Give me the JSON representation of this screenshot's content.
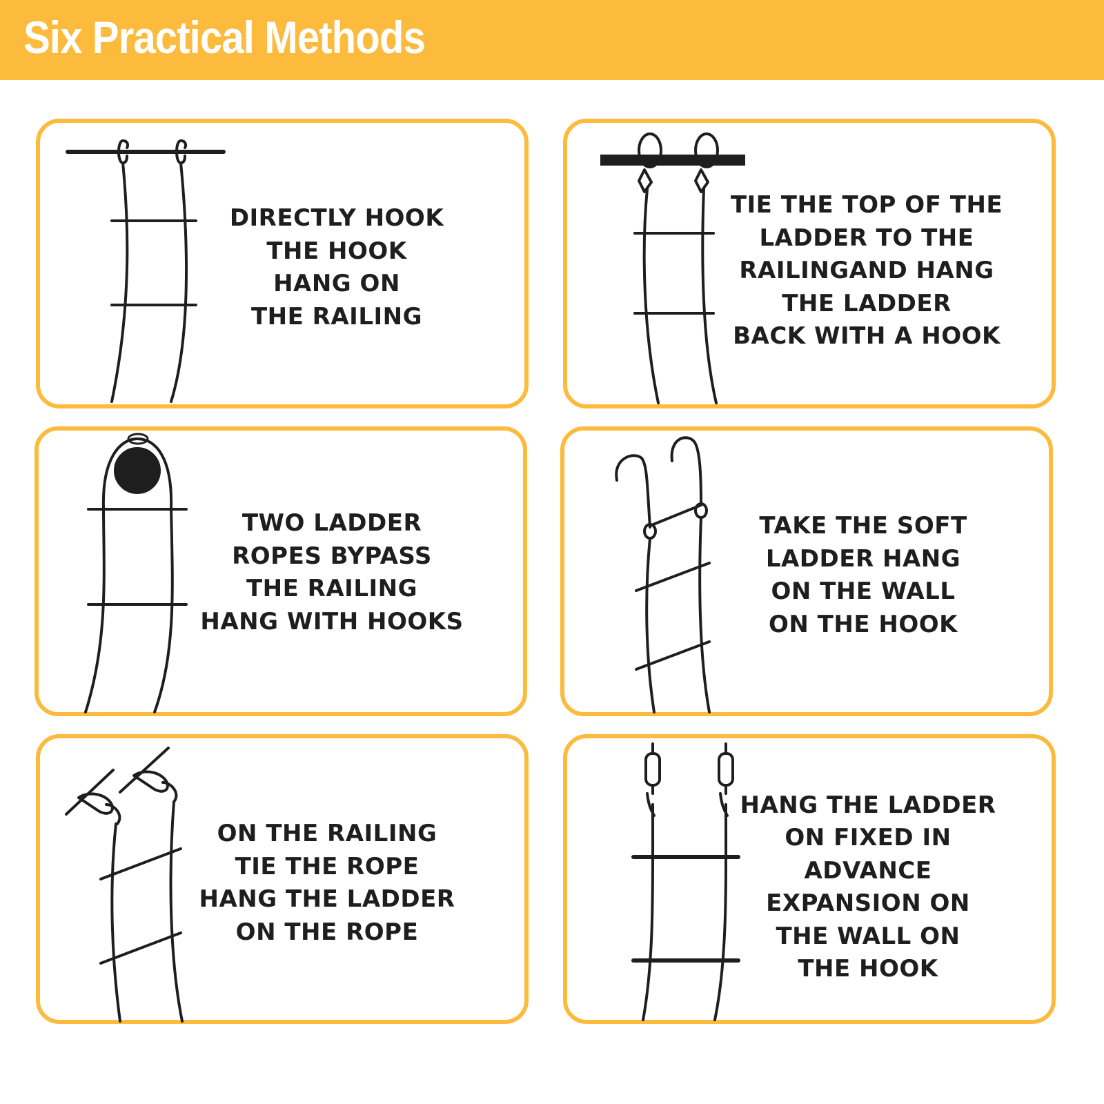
{
  "header": {
    "title": "Six Practical Methods",
    "background_color": "#FCBB3C",
    "text_color": "#FFFFFF"
  },
  "accent_color": "#FCBB3C",
  "methods": [
    {
      "illustration": "ladder-hook-on-railing-icon",
      "lines": [
        "DIRECTLY HOOK",
        "THE HOOK",
        "HANG ON",
        "THE RAILING"
      ]
    },
    {
      "illustration": "ladder-tied-railing-icon",
      "lines": [
        "TIE THE TOP OF THE",
        "LADDER TO THE",
        "RAILINGAND HANG",
        "THE LADDER",
        "BACK WITH A HOOK"
      ]
    },
    {
      "illustration": "ladder-bypass-railing-icon",
      "lines": [
        "TWO LADDER",
        "ROPES BYPASS",
        "THE RAILING",
        "HANG WITH HOOKS"
      ]
    },
    {
      "illustration": "ladder-wall-hook-icon",
      "lines": [
        "TAKE THE SOFT",
        "LADDER HANG",
        "ON THE WALL",
        "ON THE HOOK"
      ]
    },
    {
      "illustration": "ladder-rope-on-railing-icon",
      "lines": [
        "ON THE RAILING",
        "TIE THE ROPE",
        "HANG THE LADDER",
        "ON THE ROPE"
      ]
    },
    {
      "illustration": "ladder-expansion-hook-icon",
      "lines": [
        "HANG THE LADDER",
        "ON FIXED IN",
        "ADVANCE",
        "EXPANSION ON",
        "THE WALL ON",
        "THE HOOK"
      ]
    }
  ]
}
